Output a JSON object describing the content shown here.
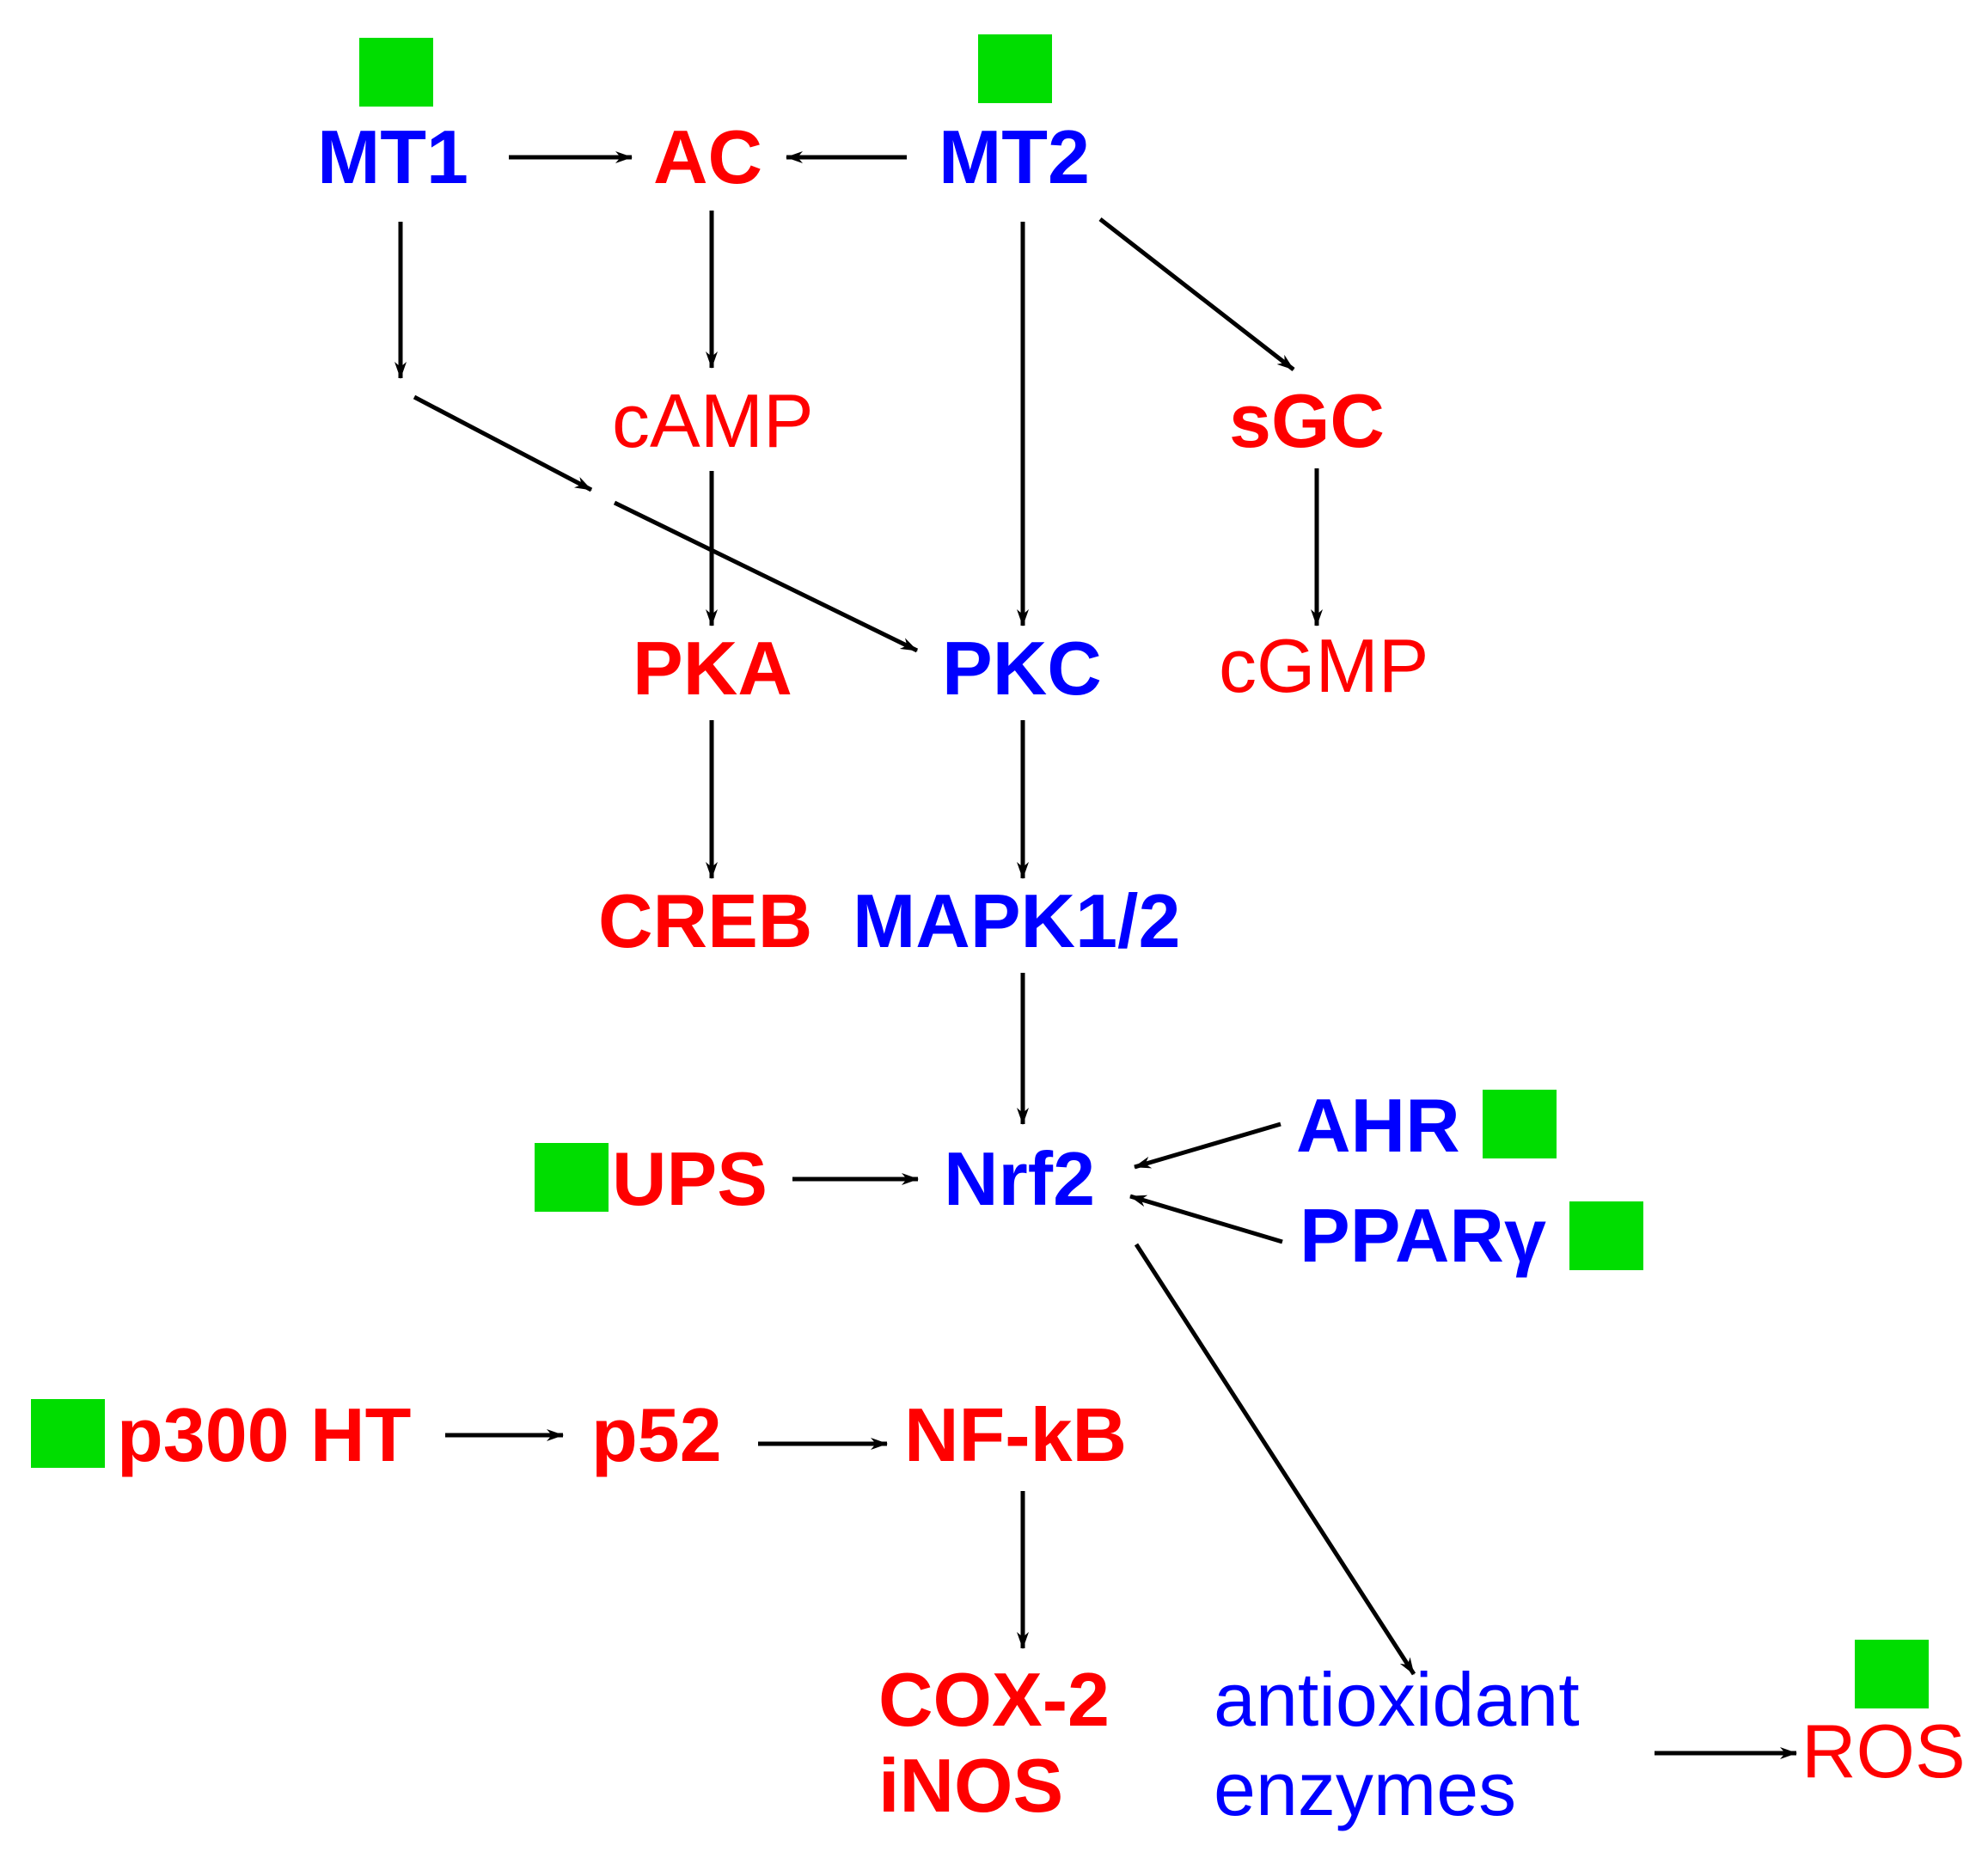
{
  "colors": {
    "activated": "#0000ff",
    "inhibited": "#ff0000",
    "marker": "#00dd00",
    "arrow": "#000000"
  },
  "nodes": {
    "mt1": "MT1",
    "ac": "AC",
    "mt2": "MT2",
    "camp": "cAMP",
    "sgc": "sGC",
    "pka": "PKA",
    "pkc": "PKC",
    "cgmp": "cGMP",
    "creb": "CREB",
    "mapk": "MAPK1/2",
    "ahr": "AHR",
    "ups": "UPS",
    "nrf2": "Nrf2",
    "ppar": "PPARγ",
    "p300": "p300 HT",
    "p52": "p52",
    "nfkb": "NF-kB",
    "cox2": "COX-2",
    "inos": "iNOS",
    "antioxidant_line1": "antioxidant",
    "antioxidant_line2": "enzymes",
    "ros": "ROS"
  },
  "edges": [
    [
      "MT1",
      "AC"
    ],
    [
      "MT2",
      "AC"
    ],
    [
      "AC",
      "cAMP"
    ],
    [
      "cAMP",
      "PKA"
    ],
    [
      "MT1",
      "PKC"
    ],
    [
      "MT2",
      "PKC"
    ],
    [
      "MT2",
      "sGC"
    ],
    [
      "sGC",
      "cGMP"
    ],
    [
      "PKA",
      "CREB"
    ],
    [
      "PKC",
      "MAPK1/2"
    ],
    [
      "MAPK1/2",
      "Nrf2"
    ],
    [
      "UPS",
      "Nrf2"
    ],
    [
      "AHR",
      "Nrf2"
    ],
    [
      "PPARγ",
      "Nrf2"
    ],
    [
      "Nrf2",
      "antioxidant enzymes"
    ],
    [
      "antioxidant enzymes",
      "ROS"
    ],
    [
      "p300 HT",
      "p52"
    ],
    [
      "p52",
      "NF-kB"
    ],
    [
      "NF-kB",
      "COX-2 iNOS"
    ]
  ],
  "markers": [
    "MT1",
    "MT2",
    "AHR",
    "UPS",
    "PPARγ",
    "p300 HT",
    "ROS"
  ]
}
